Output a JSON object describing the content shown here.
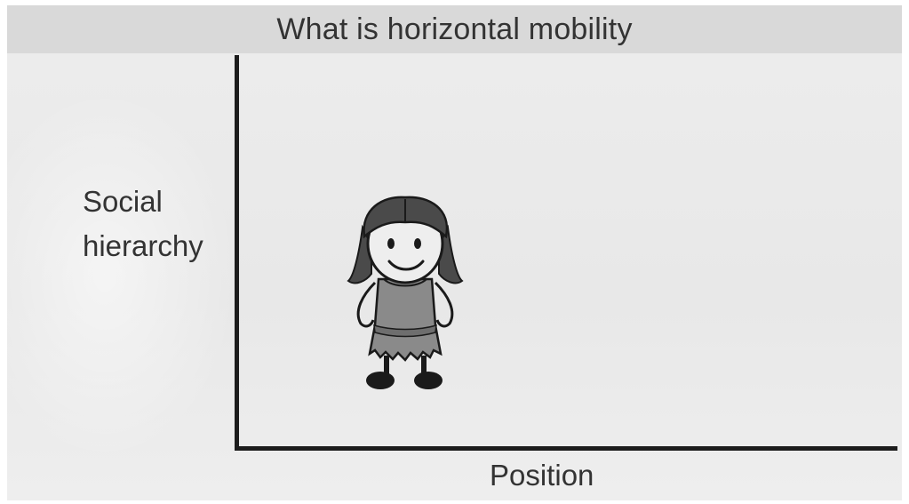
{
  "title": "What is horizontal mobility",
  "axes": {
    "y_label_line1": "Social",
    "y_label_line2": "hierarchy",
    "x_label": "Position"
  },
  "figure": {
    "icon": "girl-figure-icon"
  }
}
